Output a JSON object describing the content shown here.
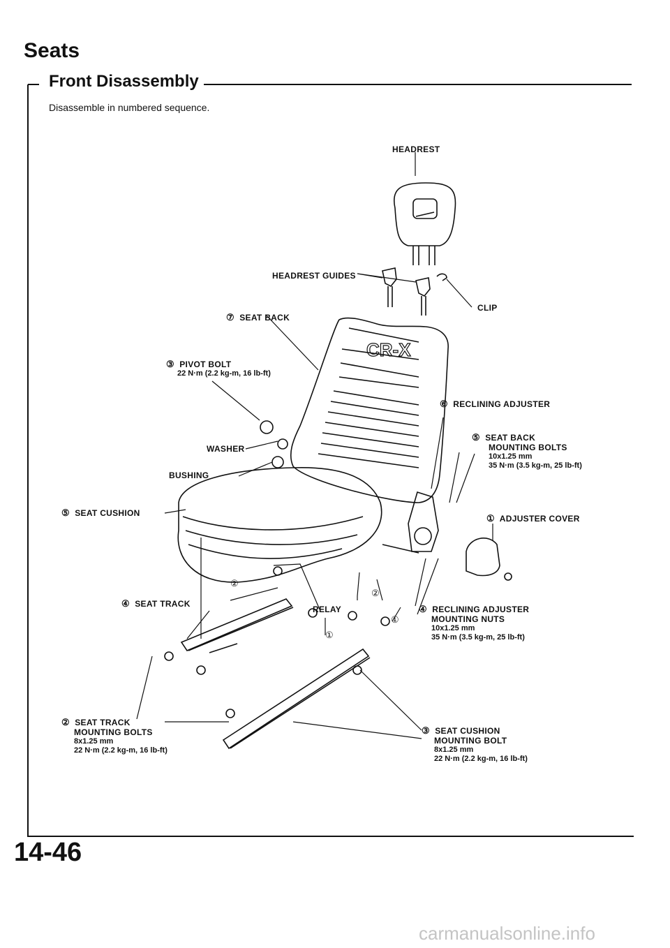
{
  "page": {
    "section_title": "Seats",
    "subsection_title": "Front Disassembly",
    "instruction": "Disassemble in numbered sequence.",
    "page_number": "14-46",
    "watermark": "carmanualsonline.info"
  },
  "labels": {
    "headrest": "HEADREST",
    "headrest_guides": "HEADREST GUIDES",
    "clip": "CLIP",
    "seat_back": {
      "number": "⑦",
      "text": "SEAT BACK"
    },
    "pivot_bolt": {
      "number": "③",
      "text": "PIVOT BOLT",
      "spec": "22 N·m (2.2 kg-m, 16 lb-ft)"
    },
    "washer": "WASHER",
    "bushing": "BUSHING",
    "reclining_adjuster": {
      "number": "⑥",
      "text": "RECLINING ADJUSTER"
    },
    "seat_back_bolts": {
      "number": "⑤",
      "text": "SEAT BACK",
      "text2": "MOUNTING BOLTS",
      "size": "10x1.25 mm",
      "spec": "35 N·m (3.5 kg-m, 25 lb-ft)"
    },
    "seat_cushion": {
      "number": "⑤",
      "text": "SEAT CUSHION"
    },
    "adjuster_cover": {
      "number": "①",
      "text": "ADJUSTER COVER"
    },
    "seat_track": {
      "number": "④",
      "text": "SEAT TRACK"
    },
    "relay": "RELAY",
    "reclining_nuts": {
      "number": "④",
      "text": "RECLINING ADJUSTER",
      "text2": "MOUNTING NUTS",
      "size": "10x1.25 mm",
      "spec": "35 N·m (3.5 kg-m, 25 lb-ft)"
    },
    "seat_track_bolts": {
      "number": "②",
      "text": "SEAT TRACK",
      "text2": "MOUNTING BOLTS",
      "size": "8x1.25 mm",
      "spec": "22 N·m (2.2 kg-m, 16 lb-ft)"
    },
    "seat_cushion_bolt": {
      "number": "③",
      "text": "SEAT CUSHION",
      "text2": "MOUNTING BOLT",
      "size": "8x1.25 mm",
      "spec": "22 N·m (2.2 kg-m, 16 lb-ft)"
    },
    "badge": "CR-X",
    "callout_2a": "②",
    "callout_2b": "②",
    "callout_1a": "①",
    "callout_1b": "①"
  }
}
